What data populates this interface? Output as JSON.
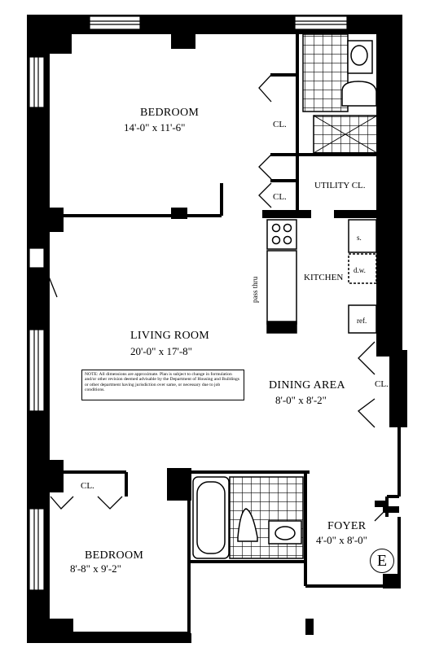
{
  "rooms": {
    "bedroom1": {
      "name": "BEDROOM",
      "dims": "14'-0\" x 11'-6\""
    },
    "living": {
      "name": "LIVING ROOM",
      "dims": "20'-0\" x 17'-8\""
    },
    "dining": {
      "name": "DINING AREA",
      "dims": "8'-0\" x 8'-2\""
    },
    "bedroom2": {
      "name": "BEDROOM",
      "dims": "8'-8\" x 9'-2\""
    },
    "foyer": {
      "name": "FOYER",
      "dims": "4'-0\" x 8'-0\""
    },
    "kitchen": {
      "name": "KITCHEN"
    }
  },
  "labels": {
    "closet_bed1": "CL.",
    "closet_small": "CL.",
    "utility": "UTILITY CL.",
    "closet_dining": "CL.",
    "closet_bed2": "CL.",
    "pass_thru": "pass thru",
    "sink": "s.",
    "dishwasher": "d.w.",
    "refrigerator": "ref."
  },
  "note": "NOTE: All dimensions are approximate. Plan is subject to change in formulation and/or other revision deemed advisable by the Department of Housing and Buildings or other department having jurisdiction over same, or necessary due to job conditions.",
  "unit_badge": "E"
}
